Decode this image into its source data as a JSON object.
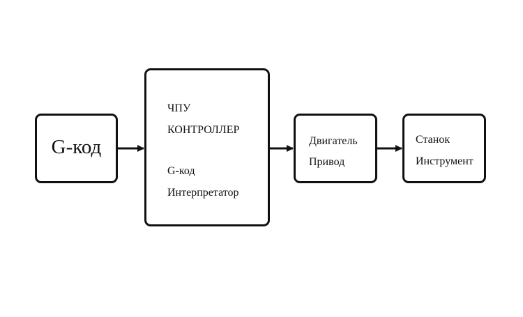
{
  "diagram": {
    "gcode_block": {
      "label": "G-код"
    },
    "cnc_block": {
      "line1": "ЧПУ",
      "line2": "КОНТРОЛЛЕР",
      "line3": "G-код",
      "line4": "Интерпретатор"
    },
    "motor_block": {
      "line1": "Двигатель",
      "line2": "Привод"
    },
    "machine_block": {
      "line1": "Станок",
      "line2": "Инструмент"
    },
    "colors": {
      "stroke": "#111111",
      "background": "#ffffff"
    }
  }
}
